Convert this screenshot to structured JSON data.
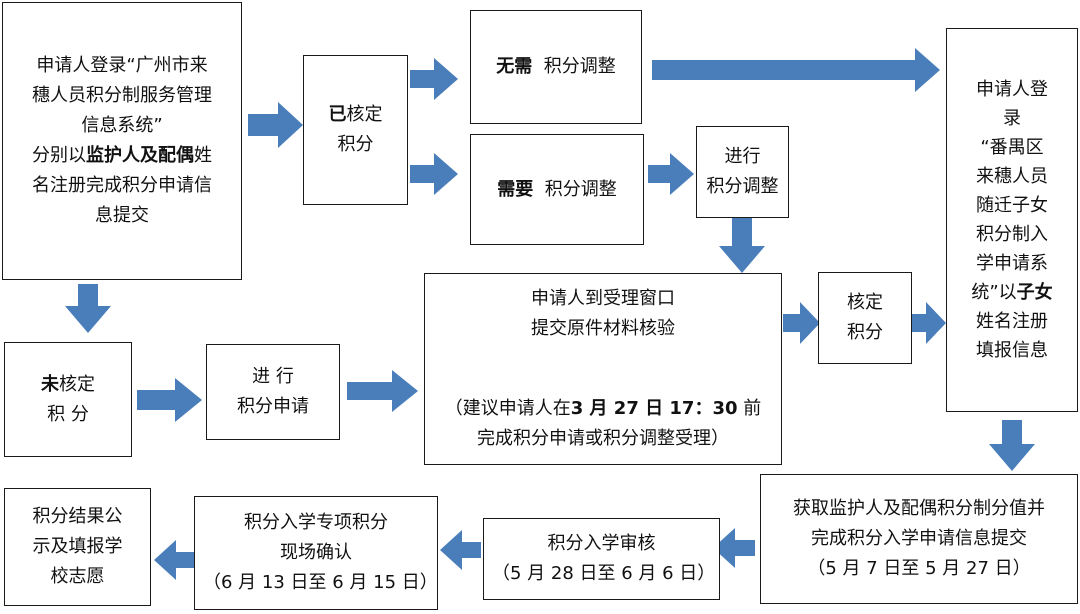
{
  "colors": {
    "arrow": "#4a7ebb",
    "border": "#1a1a1a"
  },
  "box1": {
    "line1": "申请人登录“广州市来",
    "line2": "穗人员积分制服务管理",
    "line3": "信息系统”",
    "line4_a": "分别以",
    "line4_b": "监护人及配偶",
    "line4_c": "姓",
    "line5": "名注册完成积分申请信",
    "line6": "息提交"
  },
  "box_verified": {
    "bold": "已",
    "rest": "核定",
    "line2": "积分"
  },
  "box_no_adjust": {
    "bold": "无需",
    "rest": "积分调整"
  },
  "box_need_adjust": {
    "bold": "需要",
    "rest": "积分调整"
  },
  "box_do_adjust": {
    "line1": "进行",
    "line2": "积分调整"
  },
  "box_right": {
    "line1": "申请人登",
    "line2": "录",
    "line3": "“番禺区",
    "line4": "来穗人员",
    "line5": "随迁子女",
    "line6": "积分制入",
    "line7": "学申请系",
    "line8_a": "统”以",
    "line8_b": "子女",
    "line9": "姓名注册",
    "line10": "填报信息"
  },
  "box_unverified": {
    "bold": "未",
    "rest": "核定",
    "line2": "积 分"
  },
  "box_apply": {
    "line1": "进 行",
    "line2": "积分申请"
  },
  "box_window": {
    "line1": "申请人到受理窗口",
    "line2": "提交原件材料核验",
    "line3_a": "（建议申请人在",
    "line3_b": "3 月 27 日 17：30",
    "line3_c": "前",
    "line4": "完成积分申请或积分调整受理）"
  },
  "box_verify2": {
    "line1": "核定",
    "line2": "积分"
  },
  "box_obtain": {
    "line1": "获取监护人及配偶积分制分值并",
    "line2": "完成积分入学申请信息提交",
    "line3": "（5 月 7 日至 5 月 27 日）"
  },
  "box_review": {
    "line1": "积分入学审核",
    "line2": "（5 月 28 日至 6 月 6 日）"
  },
  "box_confirm": {
    "line1": "积分入学专项积分",
    "line2": "现场确认",
    "line3": "（6 月 13 日至 6 月 15 日）"
  },
  "box_result": {
    "line1": "积分结果公",
    "line2": "示及填报学",
    "line3": "校志愿"
  }
}
